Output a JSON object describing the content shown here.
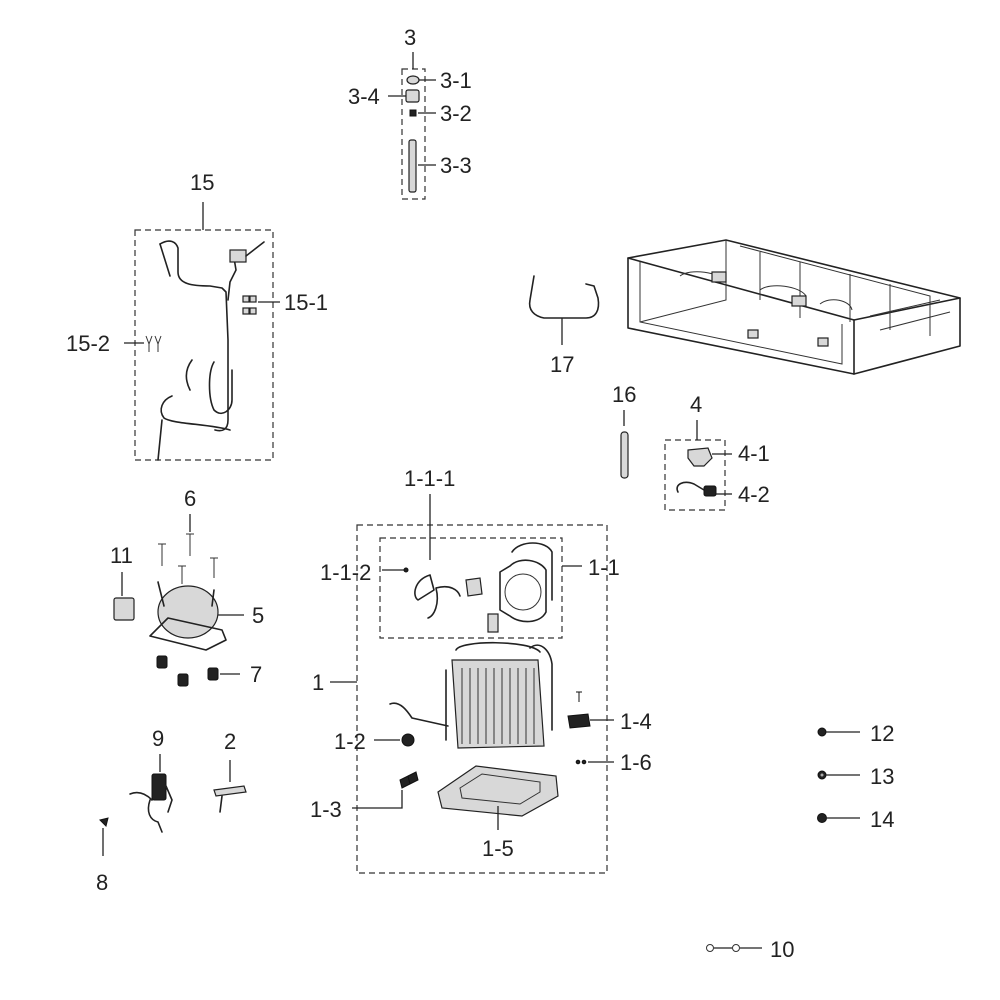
{
  "labels": {
    "l3": "3",
    "l3_1": "3-1",
    "l3_2": "3-2",
    "l3_3": "3-3",
    "l3_4": "3-4",
    "l15": "15",
    "l15_1": "15-1",
    "l15_2": "15-2",
    "l17": "17",
    "l16": "16",
    "l4": "4",
    "l4_1": "4-1",
    "l4_2": "4-2",
    "l6": "6",
    "l11": "11",
    "l5": "5",
    "l7": "7",
    "l1_1_1": "1-1-1",
    "l1_1_2": "1-1-2",
    "l1_1": "1-1",
    "l1": "1",
    "l1_2": "1-2",
    "l1_3": "1-3",
    "l1_4": "1-4",
    "l1_5": "1-5",
    "l1_6": "1-6",
    "l9": "9",
    "l2": "2",
    "l8": "8",
    "l12": "12",
    "l13": "13",
    "l14": "14",
    "l10": "10"
  }
}
